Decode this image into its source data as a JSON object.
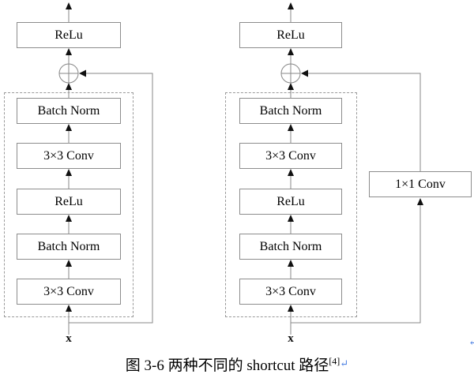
{
  "diagram": {
    "left_branch": {
      "output_block": "ReLu",
      "blocks": [
        "Batch Norm",
        "3×3 Conv",
        "ReLu",
        "Batch Norm",
        "3×3 Conv"
      ],
      "input_label": "x"
    },
    "right_branch": {
      "output_block": "ReLu",
      "blocks": [
        "Batch Norm",
        "3×3 Conv",
        "ReLu",
        "Batch Norm",
        "3×3 Conv"
      ],
      "shortcut_block": "1×1 Conv",
      "input_label": "x"
    }
  },
  "caption": {
    "text": "图 3-6 两种不同的 shortcut 路径",
    "citation": "[4]",
    "paragraph_mark": "↵",
    "edge_mark": "↵"
  },
  "colors": {
    "line": "#878787",
    "arrow": "#111111",
    "dashed_border": "#9a9a9a",
    "mark_blue": "#4f83e3"
  }
}
